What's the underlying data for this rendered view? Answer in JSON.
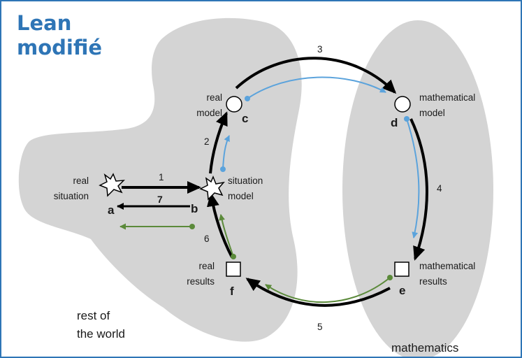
{
  "title": {
    "line1": "Lean",
    "line2": "modifié"
  },
  "colors": {
    "frame": "#2e75b6",
    "title": "#2e75b6",
    "region": "#d4d4d4",
    "cycle_arrow": "#000000",
    "blue_arrow": "#5ba3dc",
    "green_arrow": "#5b8a3a"
  },
  "nodes": {
    "a": {
      "letter": "a",
      "caption": [
        "real",
        "situation"
      ],
      "shape": "star"
    },
    "b": {
      "letter": "b",
      "caption": [
        "situation",
        "model"
      ],
      "shape": "star"
    },
    "c": {
      "letter": "c",
      "caption": [
        "real",
        "model"
      ],
      "shape": "circle"
    },
    "d": {
      "letter": "d",
      "caption": [
        "mathematical",
        "model"
      ],
      "shape": "circle"
    },
    "e": {
      "letter": "e",
      "caption": [
        "mathematical",
        "results"
      ],
      "shape": "square"
    },
    "f": {
      "letter": "f",
      "caption": [
        "real",
        "results"
      ],
      "shape": "square"
    }
  },
  "steps": {
    "s1": "1",
    "s2": "2",
    "s3": "3",
    "s4": "4",
    "s5": "5",
    "s6": "6",
    "s7": "7"
  },
  "regions": {
    "rest_line1": "rest of",
    "rest_line2": "the world",
    "math": "mathematics"
  }
}
